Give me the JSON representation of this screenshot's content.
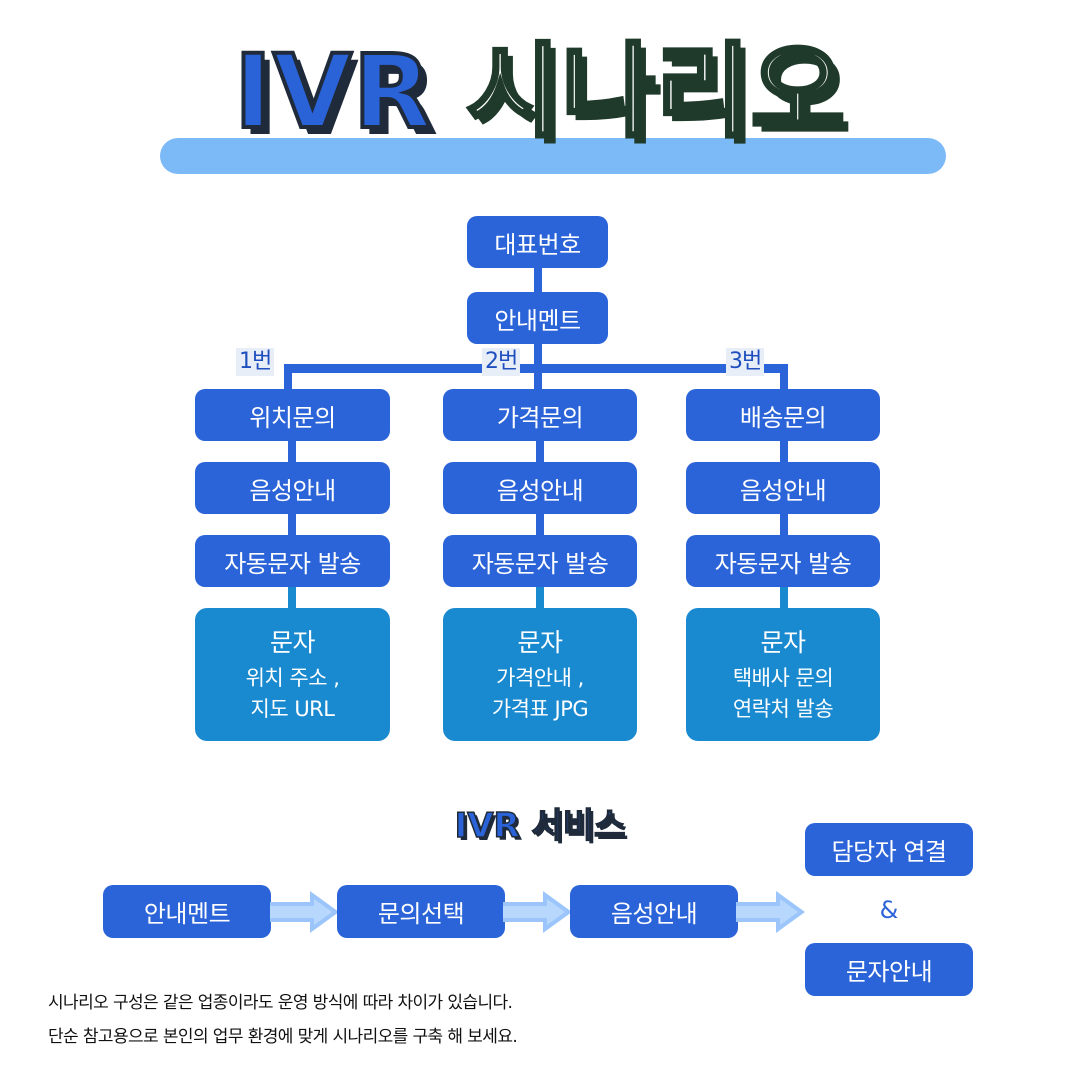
{
  "title": {
    "part1": "IVR",
    "part2": "시나리오"
  },
  "tree": {
    "root": "대표번호",
    "intro": "안내멘트",
    "branches": [
      {
        "number": "1번",
        "inquiry": "위치문의",
        "voice": "음성안내",
        "sms": "자동문자 발송",
        "result": {
          "heading": "문자",
          "lines": [
            "위치 주소 ,",
            "지도 URL"
          ]
        }
      },
      {
        "number": "2번",
        "inquiry": "가격문의",
        "voice": "음성안내",
        "sms": "자동문자 발송",
        "result": {
          "heading": "문자",
          "lines": [
            "가격안내 ,",
            "가격표 JPG"
          ]
        }
      },
      {
        "number": "3번",
        "inquiry": "배송문의",
        "voice": "음성안내",
        "sms": "자동문자 발송",
        "result": {
          "heading": "문자",
          "lines": [
            "택배사 문의",
            "연락처 발송"
          ]
        }
      }
    ]
  },
  "service": {
    "title": "IVR 서비스",
    "steps": [
      "안내멘트",
      "문의선택",
      "음성안내"
    ],
    "final": {
      "top": "담당자 연결",
      "connector": "&",
      "bottom": "문자안내"
    }
  },
  "notes": [
    "시나리오 구성은 같은 업종이라도 운영 방식에 따라 차이가 있습니다.",
    "단순 참고용으로 본인의 업무 환경에 맞게 시나리오를 구축 해 보세요."
  ],
  "colors": {
    "primary": "#2b64d8",
    "result_box": "#1a8ad0",
    "title_bar": "#7cb9f7",
    "arrow": "#9cc6fb"
  }
}
